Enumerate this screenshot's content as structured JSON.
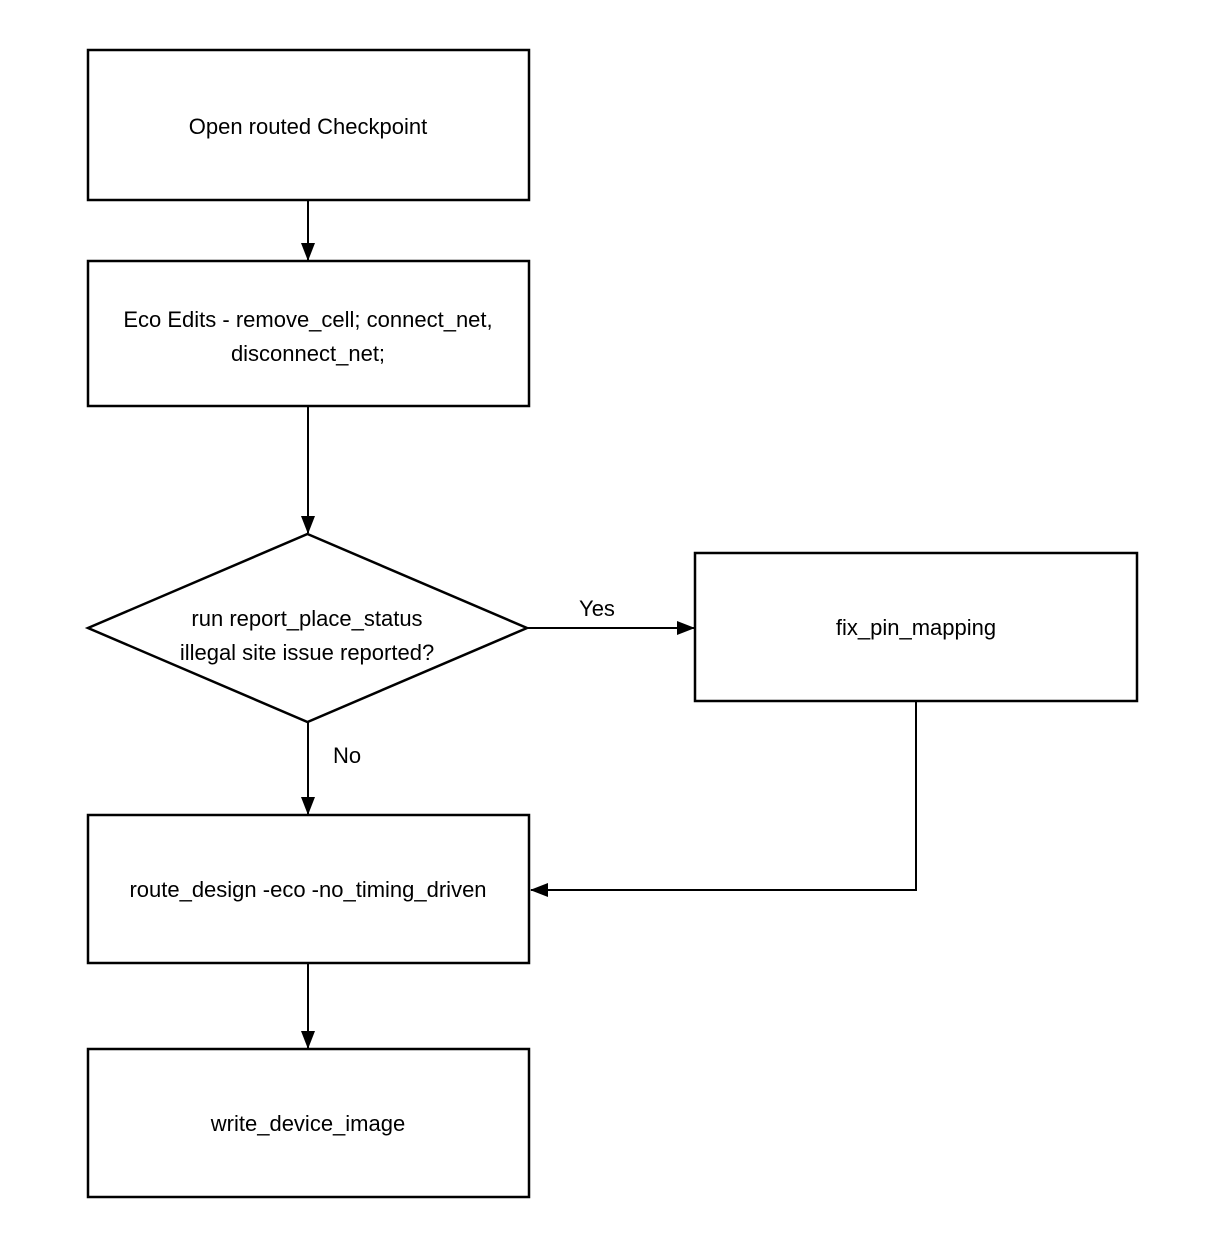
{
  "diagram": {
    "background_color": "#ffffff",
    "stroke_color": "#000000",
    "text_color": "#000000",
    "type": "flowchart",
    "nodes": {
      "open_checkpoint": {
        "shape": "rectangle",
        "label": "Open routed Checkpoint"
      },
      "eco_edits": {
        "shape": "rectangle",
        "line1": "Eco Edits - remove_cell; connect_net,",
        "line2": "disconnect_net;"
      },
      "decision": {
        "shape": "diamond",
        "line1": "run report_place_status",
        "line2": "illegal site issue reported?"
      },
      "fix_pin_mapping": {
        "shape": "rectangle",
        "label": "fix_pin_mapping"
      },
      "route_design": {
        "shape": "rectangle",
        "label": "route_design -eco -no_timing_driven"
      },
      "write_device_image": {
        "shape": "rectangle",
        "label": "write_device_image"
      }
    },
    "edge_labels": {
      "yes": "Yes",
      "no": "No"
    },
    "edges": [
      {
        "from": "open_checkpoint",
        "to": "eco_edits",
        "label": ""
      },
      {
        "from": "eco_edits",
        "to": "decision",
        "label": ""
      },
      {
        "from": "decision",
        "to": "fix_pin_mapping",
        "label": "Yes"
      },
      {
        "from": "decision",
        "to": "route_design",
        "label": "No"
      },
      {
        "from": "fix_pin_mapping",
        "to": "route_design",
        "label": ""
      },
      {
        "from": "route_design",
        "to": "write_device_image",
        "label": ""
      }
    ]
  }
}
